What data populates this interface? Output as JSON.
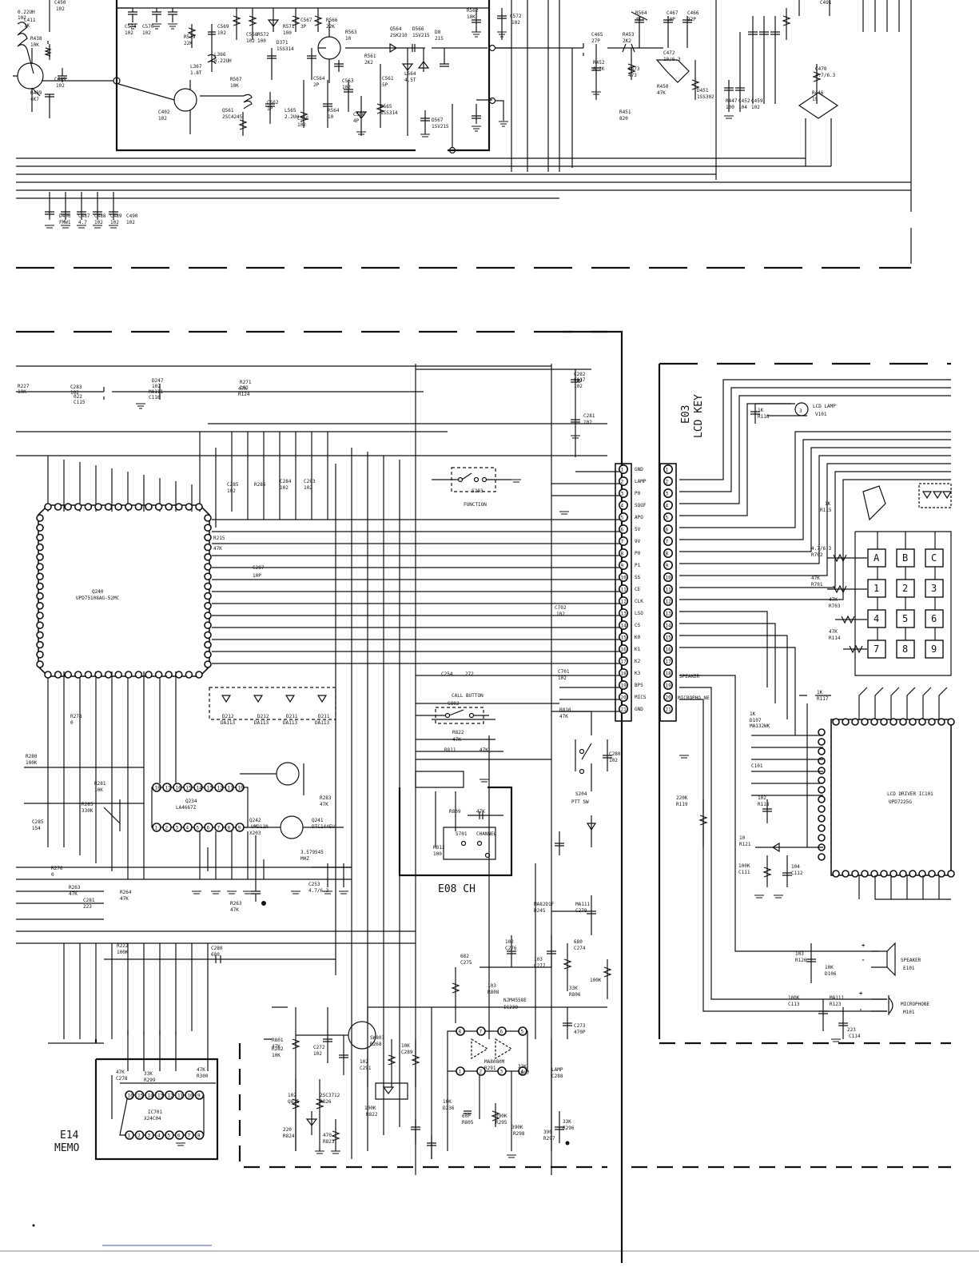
{
  "sections": {
    "e03": {
      "code": "E03",
      "name": "LCD KEY"
    },
    "e08": {
      "label": "E08 CH"
    },
    "e14": {
      "code": "E14",
      "name": "MEMO"
    }
  },
  "ics": {
    "q240": {
      "ref": "Q240",
      "part": "UPD75108AG-52MC"
    },
    "q234": {
      "ref": "Q234",
      "part": "LA4667Z"
    },
    "ic701": {
      "ref": "IC701",
      "part": "X24C04"
    },
    "ic230": {
      "ref": "NJM4558E",
      "part": "IC230"
    },
    "ic101": {
      "ref": "LCD DRIVER IC101",
      "part": "UPD7225G"
    }
  },
  "connector": {
    "pins": [
      "GND",
      "LAMP",
      "P0",
      "SQOF",
      "APO",
      "5V",
      "9V",
      "P0",
      "P1",
      "SS",
      "CE",
      "CLK",
      "LSO",
      "CS",
      "K0",
      "K1",
      "K2",
      "K3",
      "BPS",
      "MICS",
      "GND"
    ],
    "speaker": "SPEAKER",
    "microphone": "MICROPHO NE"
  },
  "switches": {
    "function": {
      "ref": "S203",
      "name": "FUNCTION"
    },
    "call": {
      "ref": "S802",
      "name": "CALL BUTTON"
    },
    "ptt": {
      "ref": "S204",
      "name": "PTT SW"
    },
    "channel": {
      "ref": "S701",
      "name": "CHANNEL"
    }
  },
  "keypad": [
    "A",
    "B",
    "C",
    "1",
    "2",
    "3",
    "4",
    "5",
    "6",
    "7",
    "8",
    "9"
  ],
  "lcd_lamp": {
    "ref": "LCD LAMP",
    "id": "V101"
  },
  "outputs": {
    "speaker": {
      "name": "SPEAKER",
      "ref": "E101"
    },
    "microphone": {
      "name": "MICROPHONE",
      "ref": "M101"
    }
  },
  "top_labels": [
    "0.22UH",
    "L411",
    "R438",
    "10K",
    "R439",
    "4K7",
    "C450",
    "102",
    "C449",
    "102",
    "C574",
    "102",
    "C570",
    "102",
    "R579",
    "22K",
    "C569",
    "102",
    "L367",
    "1.8T",
    "L366",
    "0.22UH",
    "R567",
    "10K",
    "C568",
    "102",
    "R572",
    "100",
    "R571",
    "100",
    "D371",
    "1SS314",
    "C567",
    "3P",
    "R566",
    "22K",
    "R563",
    "10",
    "Q564",
    "2SK210",
    "D566",
    "1SV215",
    "D8",
    "215",
    "R561",
    "2K2",
    "C561",
    "5P",
    "L564",
    "4.5T",
    "D567",
    "1SV215",
    "C563",
    "102",
    "C562",
    "1P",
    "C564",
    "2P",
    "L565",
    "2.2UH",
    "C565",
    "102",
    "R564",
    "10",
    "C566",
    "4P",
    "D565",
    "1SS314",
    "R562",
    "10K",
    "C572",
    "102",
    "C402",
    "102",
    "Q561",
    "2SC4245",
    "R564",
    "4K7",
    "C467",
    "10P",
    "C466",
    "22P",
    "C465",
    "27P",
    "R453",
    "2K2",
    "R452",
    "8.2K",
    "C473",
    "473",
    "R451",
    "820",
    "C472",
    "10/6.3",
    "R450",
    "47K",
    "D451",
    "1SS302",
    "R447",
    "100",
    "C452",
    "104",
    "C459",
    "102",
    "C470",
    "4.7/6.3",
    "R446",
    "15",
    "D406",
    "FMW1",
    "C487",
    "4.7",
    "C488",
    "102",
    "C489",
    "102",
    "C490",
    "102",
    "C491",
    "102",
    "1K"
  ],
  "mid_labels": [
    "C283",
    "022",
    "D247",
    "MA111",
    "R271",
    "47K",
    "R227",
    "C282",
    "102",
    "C281",
    "102",
    "C285",
    "102",
    "R286",
    "C284",
    "102",
    "C283",
    "102",
    "R215",
    "47K",
    "C287",
    "10P",
    "D212",
    "DA113",
    "D212",
    "DA113",
    "D211",
    "DA113",
    "D211",
    "DA113",
    "R278",
    "0",
    "R280",
    "100K",
    "R281",
    "10K",
    "R285",
    "330K",
    "C285",
    "154",
    "R276",
    "0",
    "R263",
    "47K",
    "R264",
    "47K",
    "C281",
    "223",
    "R222",
    "100K",
    "C280",
    "680",
    "R282",
    "10K",
    "R283",
    "47K",
    "Q241",
    "DTC144EU",
    "Q242",
    "UMD11N",
    "X203",
    "3.579545",
    "MHZ",
    "R263",
    "47K",
    "C253",
    "4.7/6.3",
    "C254",
    "272",
    "R822",
    "47K",
    "R811",
    "47K",
    "R810",
    "47K",
    "R809",
    "47K",
    "R812",
    "100",
    "C702",
    "102",
    "C701",
    "102",
    "C280",
    "102",
    "MA82D1F",
    "D245",
    "MA111",
    "C279",
    "102",
    "C276",
    "103",
    "C277",
    "680",
    "C274",
    "682",
    "C275",
    "103",
    "R808",
    "33K",
    "R806",
    "100K",
    "C273",
    "470P",
    "R801",
    "47K",
    "C272",
    "102",
    "SW803",
    "R268",
    "10K",
    "C289",
    "102",
    "C291",
    "102",
    "Q825",
    "2SC3712",
    "R826",
    "220",
    "R824",
    "470",
    "R823",
    "100K",
    "R822",
    "10K",
    "D236",
    "MA8080M",
    "R291",
    "33K",
    "S807",
    "LAMP",
    "C288",
    "60P",
    "R805",
    "390K",
    "R295",
    "390K",
    "R298",
    "33K",
    "R296",
    "390",
    "R297",
    "33K",
    "R299",
    "47K",
    "R300",
    "47K",
    "C278",
    "4.7/6.3",
    "R702",
    "47K",
    "R701",
    "47K",
    "R703",
    "47K",
    "R114",
    "1K",
    "R115",
    "1K",
    "R116",
    "1K",
    "R117",
    "1K",
    "D107",
    "MA132WK",
    "C101",
    "102",
    "R118",
    "220K",
    "R119",
    "10",
    "R121",
    "100K",
    "C111",
    "104",
    "C112",
    "103",
    "R126",
    "10K",
    "D106",
    "MA111",
    "R123",
    "100K",
    "C113",
    "223",
    "C114",
    "102",
    "C115",
    "102",
    "C116",
    "102",
    "R124",
    "10K",
    "C117",
    "102"
  ]
}
